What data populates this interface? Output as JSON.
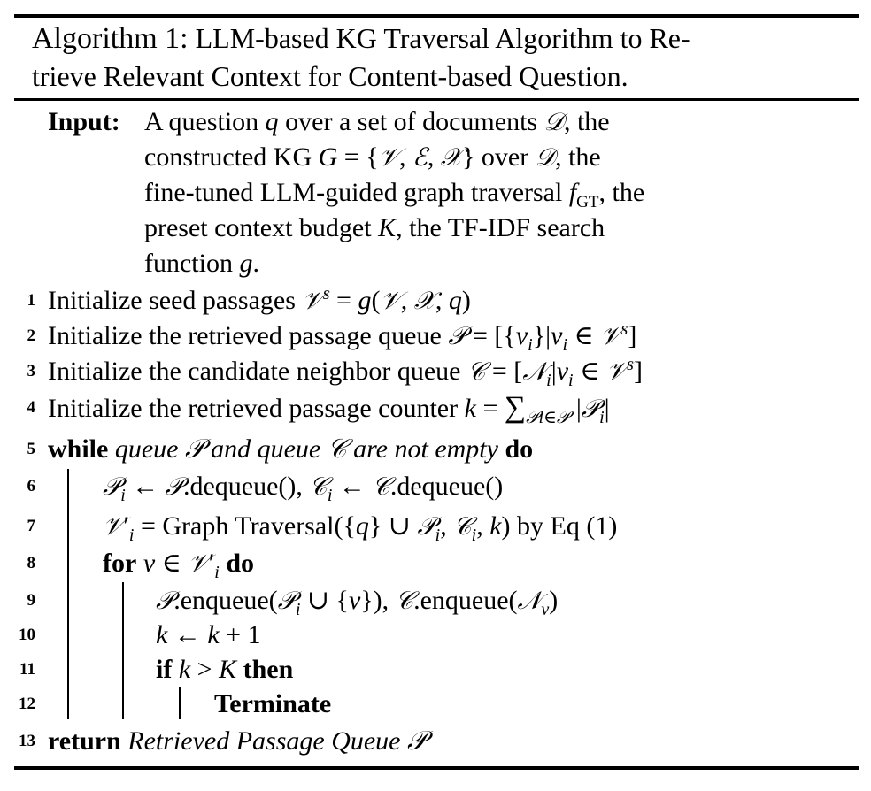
{
  "algorithm": {
    "title_lead": "Algorithm 1:",
    "title_rest": " LLM-based KG Traversal Algorithm to Re-",
    "title_line2": "trieve Relevant Context for Content-based Question.",
    "input_label": "Input:",
    "keywords": {
      "while": "while",
      "do": "do",
      "for": "for",
      "if": "if",
      "then": "then",
      "terminate": "Terminate",
      "return": "return"
    },
    "line_numbers": [
      "1",
      "2",
      "3",
      "4",
      "5",
      "6",
      "7",
      "8",
      "9",
      "10",
      "11",
      "12",
      "13"
    ],
    "while_condition": "queue 𝒫 and queue 𝒞 are not empty",
    "return_value": "Retrieved Passage Queue 𝒫"
  }
}
